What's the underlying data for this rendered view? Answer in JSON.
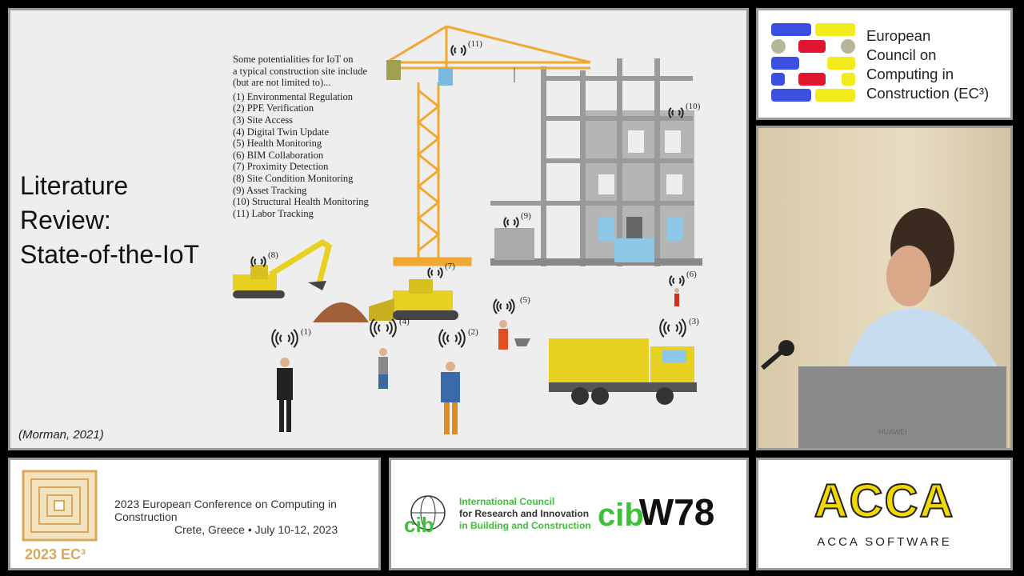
{
  "slide": {
    "title_lines": [
      "Literature",
      "Review:",
      "State-of-the-IoT"
    ],
    "citation": "(Morman, 2021)",
    "intro_lines": [
      "Some potentialities for IoT on",
      "a typical construction site include",
      "(but are not limited to)..."
    ],
    "items": [
      "(1) Environmental Regulation",
      "(2) PPE Verification",
      "(3) Site Access",
      "(4) Digital Twin Update",
      "(5) Health Monitoring",
      "(6) BIM Collaboration",
      "(7) Proximity Detection",
      "(8) Site Condition Monitoring",
      "(9) Asset Tracking",
      "(10) Structural Health Monitoring",
      "(11) Labor Tracking"
    ],
    "markers": [
      "(1)",
      "(2)",
      "(3)",
      "(4)",
      "(5)",
      "(6)",
      "(7)",
      "(8)",
      "(9)",
      "(10)",
      "(11)"
    ]
  },
  "ec3_logo": {
    "lines": [
      "European",
      "Council on",
      "Computing in",
      "Construction (EC³)"
    ]
  },
  "conference": {
    "logo_text": "2023 EC³",
    "title": "2023 European Conference on Computing in Construction",
    "subtitle": "Crete, Greece • July 10-12, 2023"
  },
  "cib": {
    "lines": [
      "International Council",
      "for Research and Innovation",
      "in Building and Construction"
    ],
    "logo_text": "cib",
    "w78_text": "W78"
  },
  "acca": {
    "logo_text": "ACCA",
    "subtitle": "ACCA SOFTWARE"
  },
  "video": {
    "laptop_brand": "HUAWEI"
  },
  "colors": {
    "crane": "#f0a830",
    "machine_yellow": "#e8d020",
    "ec3_blue": "#3b4fe0",
    "ec3_yellow": "#f2ea1a",
    "ec3_red": "#e01530",
    "cib_green": "#3ec03a",
    "conf_gold": "#d9a85a"
  }
}
